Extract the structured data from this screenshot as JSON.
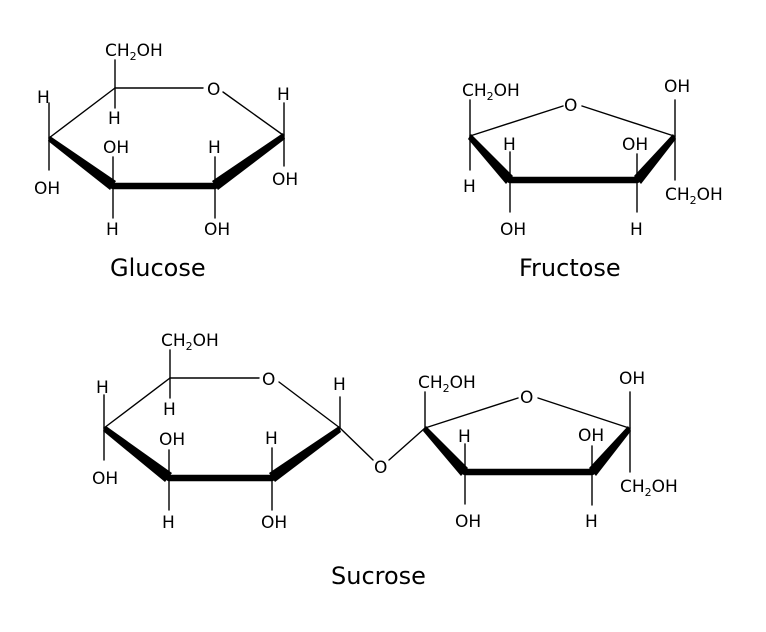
{
  "atoms": {
    "h": "H",
    "oh": "OH",
    "o": "O",
    "ch2oh_pre": "CH",
    "ch2oh_sub": "2",
    "ch2oh_post": "OH"
  },
  "captions": {
    "glucose": "Glucose",
    "fructose": "Fructose",
    "sucrose": "Sucrose"
  }
}
